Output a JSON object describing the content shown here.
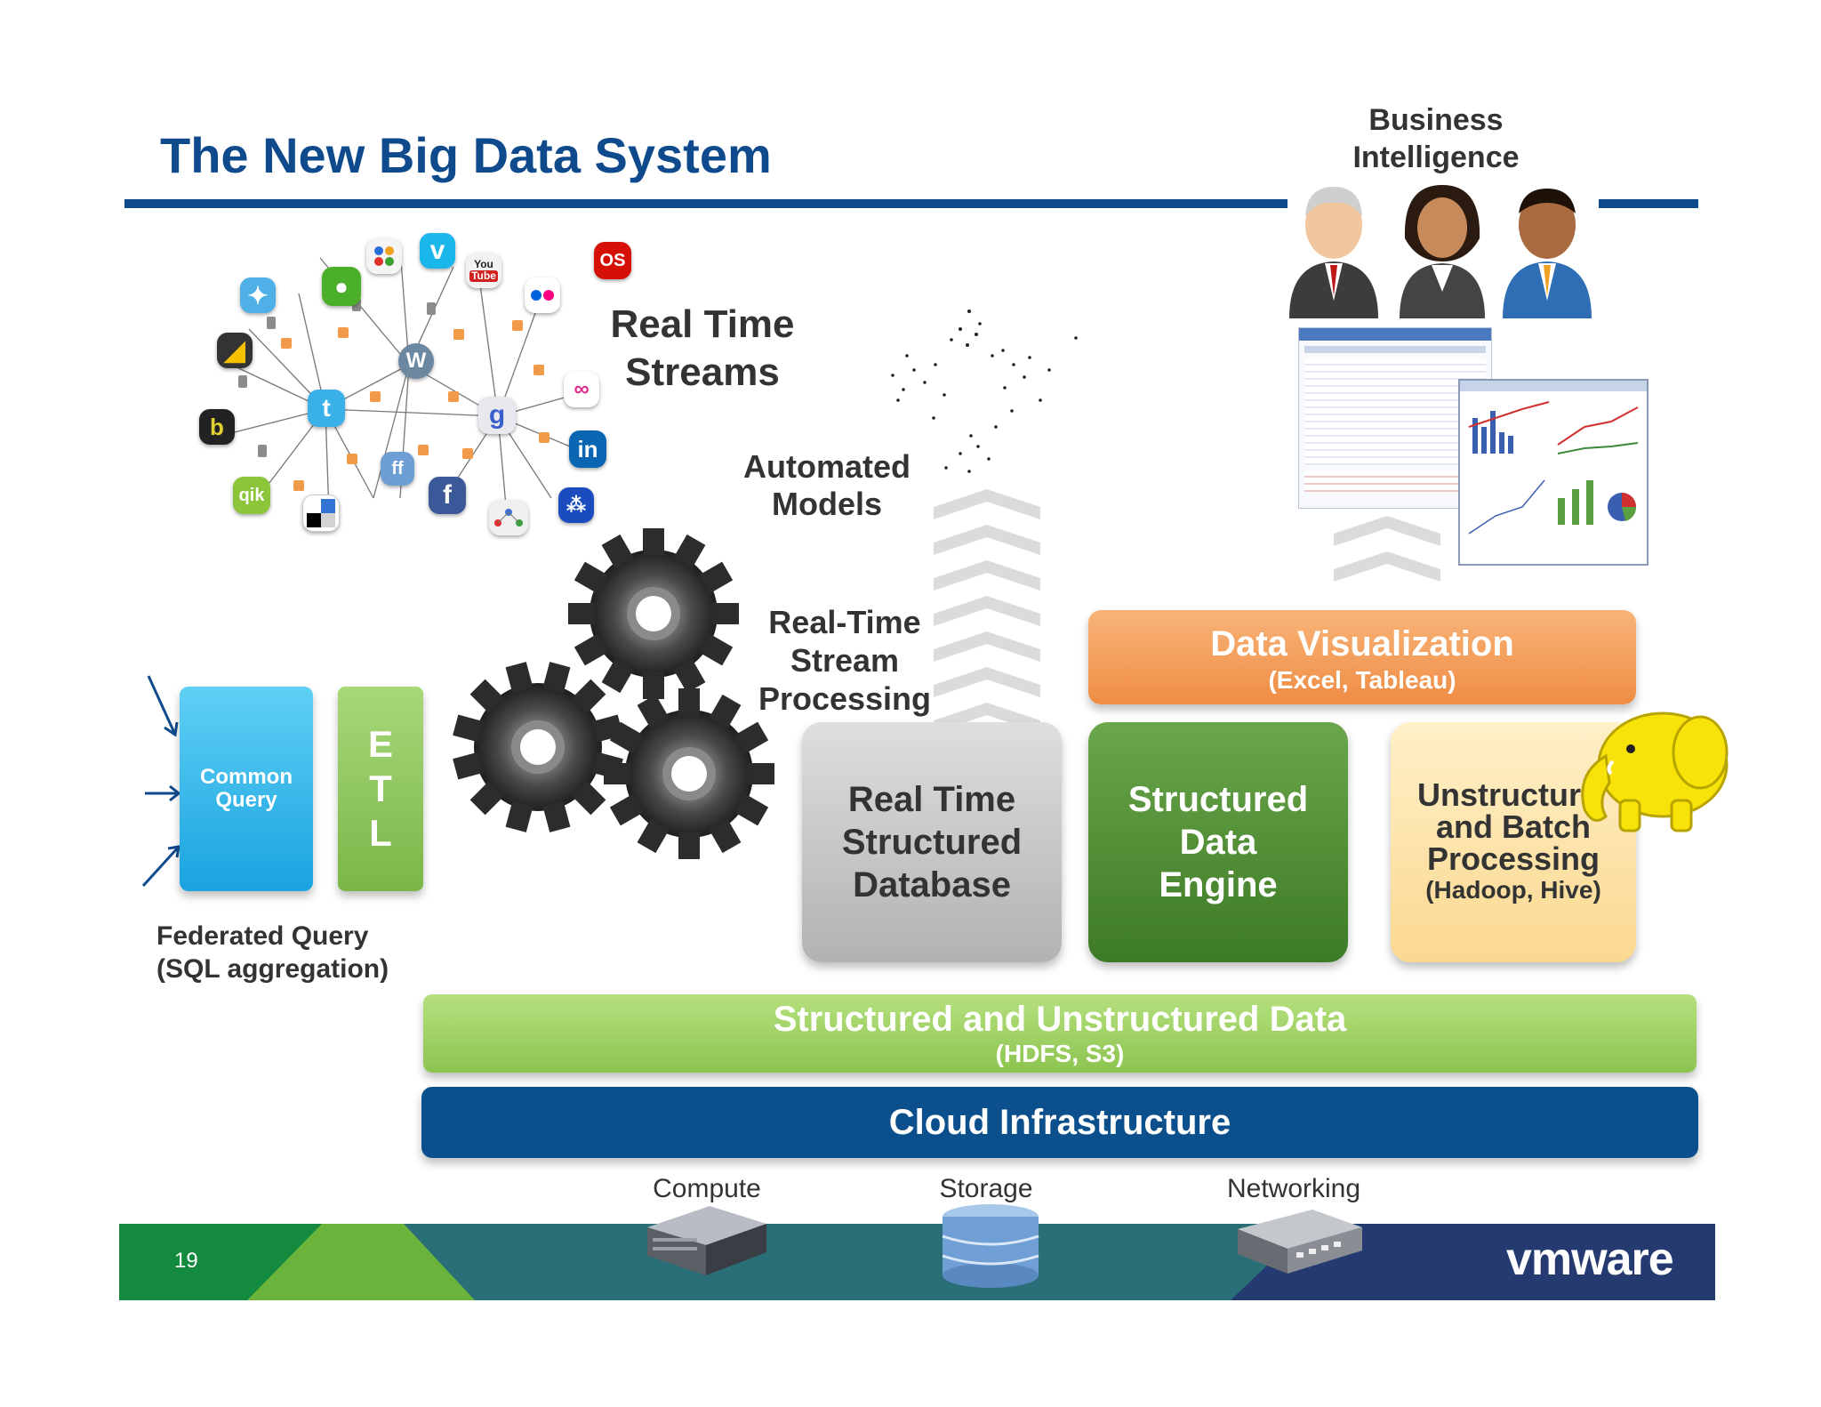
{
  "slide": {
    "title": "The New Big Data System",
    "page_number": "19",
    "logo": "vmware"
  },
  "colors": {
    "title_blue": "#0e4a8c",
    "cloud_blue": "#0b4f8c",
    "storage_green": "#9ccd5a",
    "viz_orange": "#f4a25c",
    "engine_green": "#4f8f32",
    "database_gray": "#bdbdbd",
    "unstructured_cream": "#fde3a6",
    "query_cyan": "#2ab3ea",
    "etl_green": "#8cc25a"
  },
  "labels": {
    "bi_line1": "Business",
    "bi_line2": "Intelligence",
    "rts_line1": "Real Time",
    "rts_line2": "Streams",
    "am_line1": "Automated",
    "am_line2": "Models",
    "rtsp_line1": "Real-Time",
    "rtsp_line2": "Stream",
    "rtsp_line3": "Processing",
    "fq_line1": "Federated Query",
    "fq_line2": "(SQL aggregation)",
    "compute": "Compute",
    "storage": "Storage",
    "networking": "Networking"
  },
  "boxes": {
    "common_query_line1": "Common",
    "common_query_line2": "Query",
    "etl_e": "E",
    "etl_t": "T",
    "etl_l": "L",
    "viz_title": "Data Visualization",
    "viz_sub": "(Excel, Tableau)",
    "db_line1": "Real Time",
    "db_line2": "Structured",
    "db_line3": "Database",
    "engine_line1": "Structured",
    "engine_line2": "Data",
    "engine_line3": "Engine",
    "unstr_line1": "Unstructur",
    "unstr_line2": "and Batch",
    "unstr_line3": "Processing",
    "unstr_sub": "(Hadoop, Hive)",
    "storage_title": "Structured and Unstructured Data",
    "storage_sub": "(HDFS, S3)",
    "cloud_title": "Cloud Infrastructure"
  },
  "icons": {
    "social_icons": [
      "vimeo-icon",
      "youtube-icon",
      "lastfm-icon",
      "flickr-icon",
      "wordpress-icon",
      "twitter-icon",
      "google-icon",
      "linkedin-icon",
      "facebook-icon",
      "friendfeed-icon",
      "myspace-icon",
      "delicious-icon",
      "qik-icon",
      "bebo-icon",
      "rss-icon"
    ],
    "people": [
      "business-man-icon",
      "business-woman-icon",
      "business-man-2-icon"
    ],
    "hardware": [
      "server-icon",
      "database-icon",
      "network-switch-icon"
    ],
    "mascot": "hadoop-elephant-icon"
  },
  "social_text": {
    "twitter": "t",
    "wordpress": "W",
    "google": "g",
    "linkedin": "in",
    "facebook": "f",
    "friendfeed": "ff",
    "vimeo": "v",
    "youtube_line1": "You",
    "youtube_line2": "Tube",
    "lastfm": "OS",
    "qik": "qik",
    "bebo": "b",
    "myspace": "⁂"
  }
}
